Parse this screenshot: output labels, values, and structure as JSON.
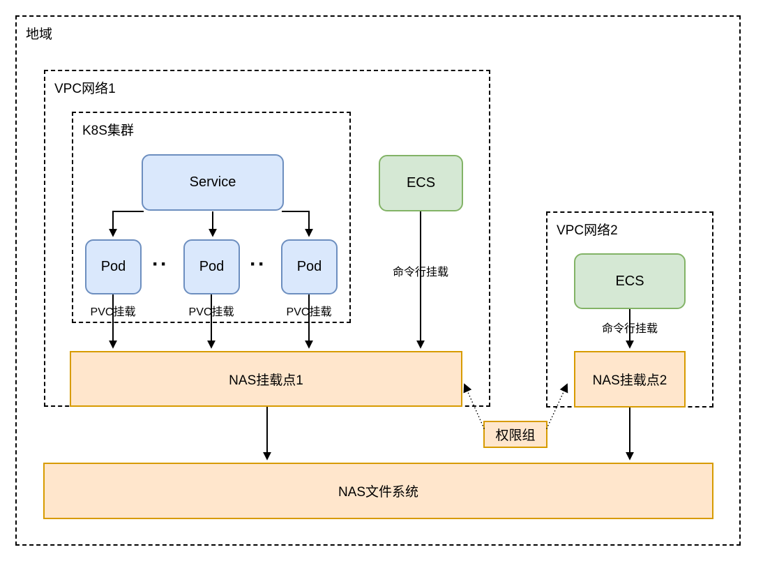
{
  "diagram": {
    "region": {
      "label": "地域"
    },
    "vpc1": {
      "label": "VPC网络1"
    },
    "k8s_cluster": {
      "label": "K8S集群"
    },
    "service": {
      "label": "Service"
    },
    "pods": [
      {
        "label": "Pod"
      },
      {
        "label": "Pod"
      },
      {
        "label": "Pod"
      }
    ],
    "pod_dots": "··",
    "pvc_mount_labels": [
      {
        "label": "PVC挂载"
      },
      {
        "label": "PVC挂载"
      },
      {
        "label": "PVC挂载"
      }
    ],
    "ecs_vpc1": {
      "label": "ECS",
      "mount_label": "命令行挂载"
    },
    "vpc2": {
      "label": "VPC网络2"
    },
    "ecs_vpc2": {
      "label": "ECS",
      "mount_label": "命令行挂载"
    },
    "nas_mount_point_1": {
      "label": "NAS挂载点1"
    },
    "nas_mount_point_2": {
      "label": "NAS挂载点2"
    },
    "nas_file_system": {
      "label": "NAS文件系统"
    },
    "permission_group": {
      "label": "权限组"
    },
    "colors": {
      "blue_fill": "#dae8fc",
      "blue_stroke": "#6c8ebf",
      "green_fill": "#d5e8d4",
      "green_stroke": "#82b366",
      "orange_fill": "#ffe6cc",
      "orange_stroke": "#d79b00",
      "line": "#000000",
      "background": "#ffffff"
    }
  }
}
